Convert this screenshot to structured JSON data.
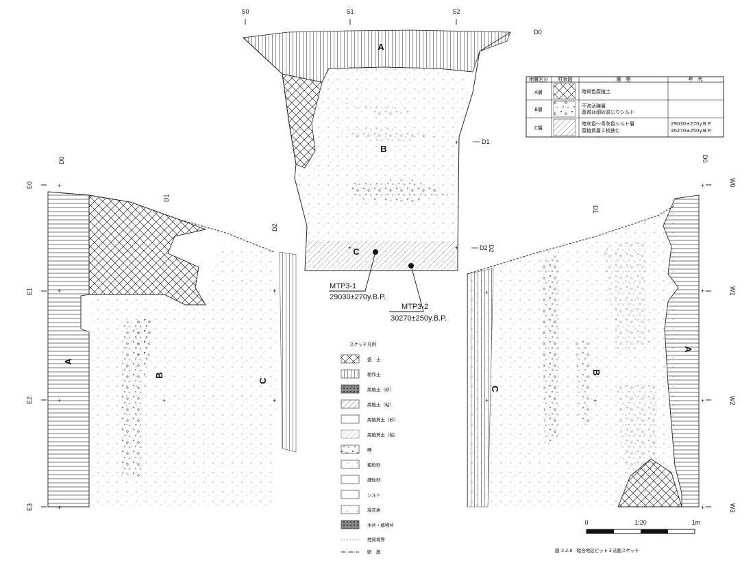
{
  "center_section": {
    "top_ticks": [
      "S0",
      "S1",
      "S2"
    ],
    "depth_top": "D0",
    "depth_ticks": [
      "D1",
      "D2"
    ],
    "layers": [
      "A",
      "B",
      "C"
    ],
    "samples": [
      {
        "id": "MTP3-1",
        "age": "29030±270y.B.P."
      },
      {
        "id": "MTP3-2",
        "age": "30270±250y.B.P."
      }
    ]
  },
  "left_section": {
    "depth_ticks": [
      "D0",
      "D1",
      "D2"
    ],
    "side_ticks": [
      "E0",
      "E1",
      "E2",
      "E3"
    ],
    "layers": [
      "A",
      "B",
      "C"
    ]
  },
  "right_section": {
    "depth_ticks": [
      "D0",
      "D1",
      "D2"
    ],
    "side_ticks": [
      "W0",
      "W1",
      "W2",
      "W3"
    ],
    "layers": [
      "A",
      "B",
      "C"
    ]
  },
  "strat_table": {
    "headers": [
      "地層区分",
      "柱状図",
      "層　相",
      "年　代"
    ],
    "rows": [
      {
        "unit": "A層",
        "facies": [
          "暗褐色腐植土"
        ],
        "age": []
      },
      {
        "unit": "B層",
        "facies": [
          "不淘汰礫層",
          "基質は細砂混じりシルト"
        ],
        "age": []
      },
      {
        "unit": "C層",
        "facies": [
          "暗灰色～青灰色シルト層",
          "腐植質層２枚狭む"
        ],
        "age": [
          "29030±270y.B.P.",
          "30270±250y.B.P."
        ]
      }
    ]
  },
  "legend": {
    "title": "スケッチ凡例",
    "items": [
      "盛　土",
      "耕作土",
      "腐植土（砂）",
      "腐植土（粘）",
      "腐植質土（砂）",
      "腐植質土（粘）",
      "礫",
      "粗粒砂",
      "細粒砂",
      "シルト",
      "凝灰岩",
      "木片・植物片",
      "地質境界",
      "断　層"
    ]
  },
  "scale": {
    "start": "0",
    "mid": "1:20",
    "end": "1m"
  },
  "caption": "図-3.3.8　睦合地区ピット３法面スケッチ"
}
